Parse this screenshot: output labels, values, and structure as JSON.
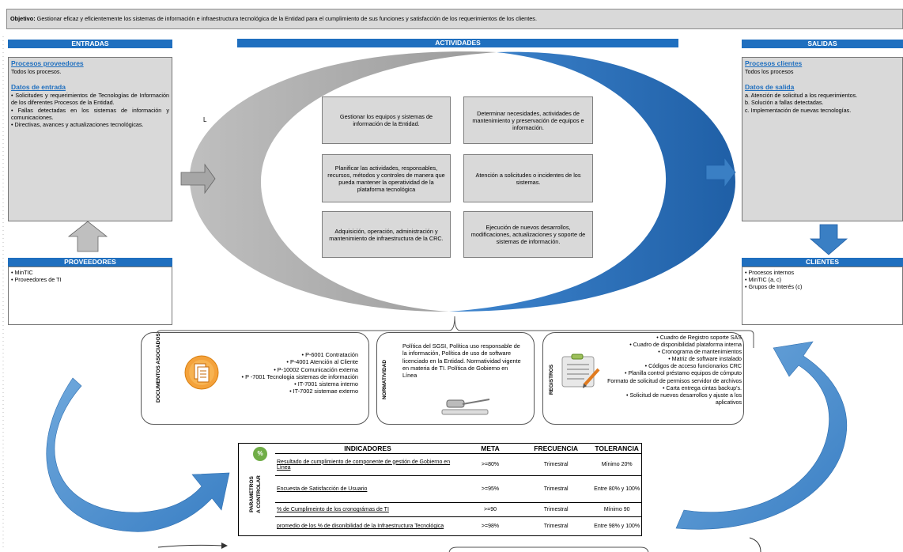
{
  "objective": {
    "label": "Objetivo:",
    "text": "Gestionar eficaz y eficientemente los sistemas de información e infraestructura tecnológica de la Entidad para el cumplimiento de sus funciones y satisfacción de los requerimientos de los clientes."
  },
  "entradas": {
    "header": "ENTRADAS",
    "proveedores_title": "Procesos proveedores",
    "proveedores_text": "Todos los procesos.",
    "datos_title": "Datos de entrada",
    "items": [
      "• Solicitudes y requerimientos de Tecnologías de Información de los diferentes Procesos de la Entidad.",
      "• Fallas detectadas en los sistemas de información y comunicaciones.",
      "• Directivas, avances y actualizaciones tecnológicas."
    ]
  },
  "stray_mark": "L",
  "actividades": {
    "header": "ACTIVIDADES",
    "items": [
      "Gestionar los equipos y sistemas de información de la Entidad.",
      "Determinar necesidades, actividades de mantenimiento y preservación de equipos e información.",
      "Planificar las actividades, responsables, recursos, métodos y controles de manera que pueda mantener la operatividad de la plataforma tecnológica",
      "Atención a solicitudes o incidentes de los sistemas.",
      "Adquisición, operación, administración y mantenimiento de infraestructura de la CRC.",
      "Ejecución de nuevos desarrollos, modificaciones, actualizaciones y soporte de sistemas de información."
    ]
  },
  "salidas": {
    "header": "SALIDAS",
    "clientes_title": "Procesos clientes",
    "clientes_text": "Todos los procesos",
    "datos_title": "Datos de salida",
    "items": [
      "a. Atención de solicitud a los requerimientos.",
      "b. Solución a fallas detectadas.",
      "c. Implementación de nuevas tecnologías."
    ]
  },
  "proveedores": {
    "header": "PROVEEDORES",
    "items": [
      "• MinTIC",
      "• Proveedores de TI"
    ]
  },
  "clientes": {
    "header": "CLIENTES",
    "items": [
      "• Procesos internos",
      "• MinTIC (a, c)",
      "• Grupos de Interés (c)"
    ]
  },
  "documentos": {
    "label": "DOCUMENTOS ASOCIADOS",
    "items": [
      "• P-6001 Contratación",
      "• P-4001 Atención al Cliente",
      "• P-10002 Comunicación externa",
      "• P -7001 Tecnologia  sistemas de información",
      "• IT-7001 sistema interno",
      "• IT-7002  sistemae externo"
    ]
  },
  "normatividad": {
    "label": "NORMATIVIDAD",
    "text": "Política del SGSI, Política uso responsable de la información, Política de uso de software licenciado en la Entidad. Normatividad vigente en materia de TI. Política de Gobierno en Línea"
  },
  "registros": {
    "label": "REGISTROS",
    "items": [
      "• Cuadro de Registro soporte SAS",
      "• Cuadro de disponibilidad plataforma interna",
      "• Cronograma de mantenimientos",
      "• Matriz de software instalado",
      "• Códigos de acceso funcionarios CRC",
      "• Planilla control préstamo equipos de cómputo",
      "Formato de  solicitud de permisos servidor de archivos",
      "• Carta entrega cintas backup's.",
      "• Solicitud de nuevos desarrollos y ajuste a los aplicativos"
    ]
  },
  "indicadores": {
    "side_label_1": "PARAMETROS",
    "side_label_2": "A CONTROLAR",
    "badge": "%",
    "headers": [
      "INDICADORES",
      "META",
      "FRECUENCIA",
      "TOLERANCIA"
    ],
    "rows": [
      {
        "name": "Resultado de cumplimiento de componente de gestión de Gobierno en Línea",
        "meta": ">=80%",
        "frecuencia": "Trimestral",
        "tolerancia": "Mínimo 20%"
      },
      {
        "name": "Encuesta de Satisfacción de Usuario",
        "meta": ">=95%",
        "frecuencia": "Trimestral",
        "tolerancia": "Entre 80% y 100%"
      },
      {
        "name": "% de Cumplimeinto de los cronográmas de TI",
        "meta": ">=90",
        "frecuencia": "Trimestral",
        "tolerancia": "Mínimo 90"
      },
      {
        "name": "promedio de los % de disonibilidad de la Infraestructura Tecnológica",
        "meta": ">=98%",
        "frecuencia": "Trimestral",
        "tolerancia": "Entre 98% y 100%"
      }
    ]
  },
  "colors": {
    "header_blue": "#1f6fbf",
    "panel_gray": "#d9d9d9",
    "arrow_gray": "#a6a6a6",
    "arrow_blue": "#3a7fc4",
    "badge_green": "#70ad47"
  }
}
